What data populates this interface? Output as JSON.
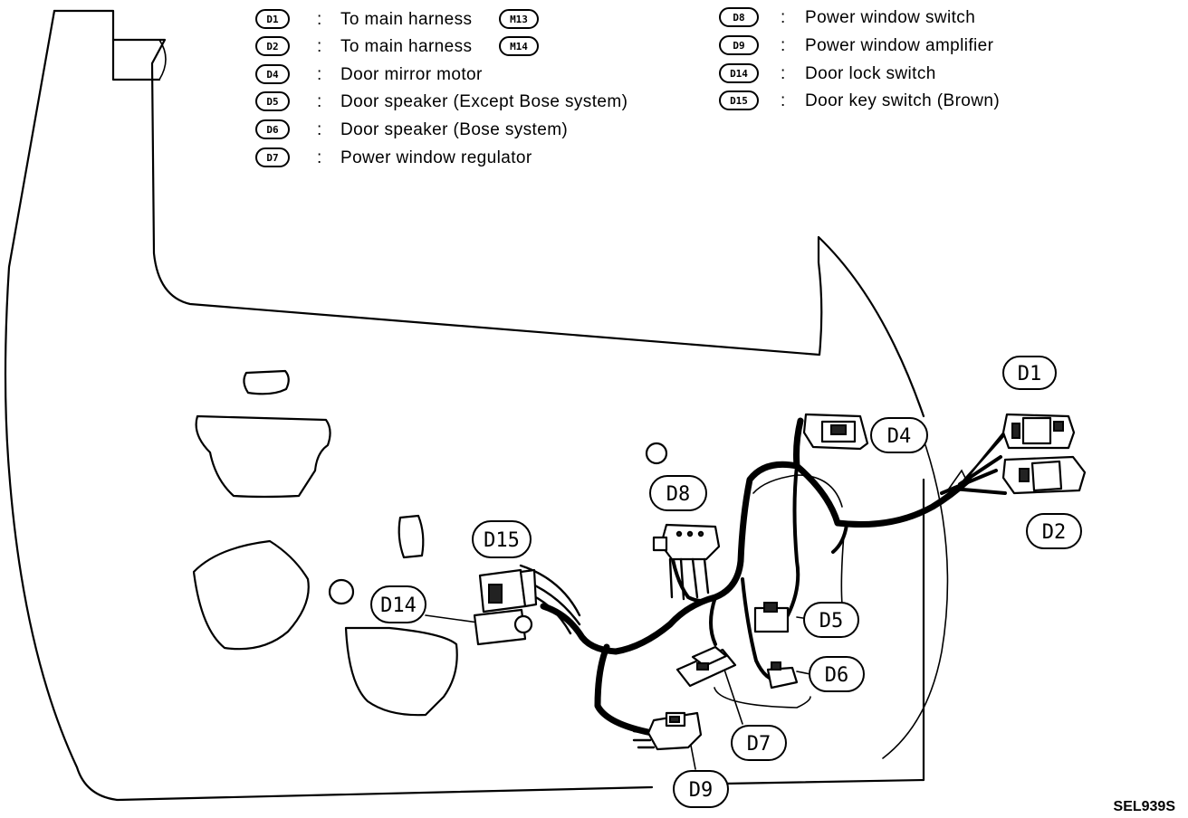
{
  "legend": {
    "left": [
      {
        "code": "D1",
        "sep": ":",
        "text": "To main harness",
        "ref": "M13"
      },
      {
        "code": "D2",
        "sep": ":",
        "text": "To main harness",
        "ref": "M14"
      },
      {
        "code": "D4",
        "sep": ":",
        "text": "Door mirror motor",
        "ref": ""
      },
      {
        "code": "D5",
        "sep": ":",
        "text": "Door speaker (Except Bose system)",
        "ref": ""
      },
      {
        "code": "D6",
        "sep": ":",
        "text": "Door speaker (Bose system)",
        "ref": ""
      },
      {
        "code": "D7",
        "sep": ":",
        "text": "Power window regulator",
        "ref": ""
      }
    ],
    "right": [
      {
        "code": "D8",
        "sep": ":",
        "text": "Power window switch"
      },
      {
        "code": "D9",
        "sep": ":",
        "text": "Power window amplifier"
      },
      {
        "code": "D14",
        "sep": ":",
        "text": "Door lock switch"
      },
      {
        "code": "D15",
        "sep": ":",
        "text": "Door key switch (Brown)"
      }
    ]
  },
  "callouts": {
    "d1": "D1",
    "d2": "D2",
    "d4": "D4",
    "d5": "D5",
    "d6": "D6",
    "d7": "D7",
    "d8": "D8",
    "d9": "D9",
    "d14": "D14",
    "d15": "D15"
  },
  "figure_ref": "SEL939S"
}
